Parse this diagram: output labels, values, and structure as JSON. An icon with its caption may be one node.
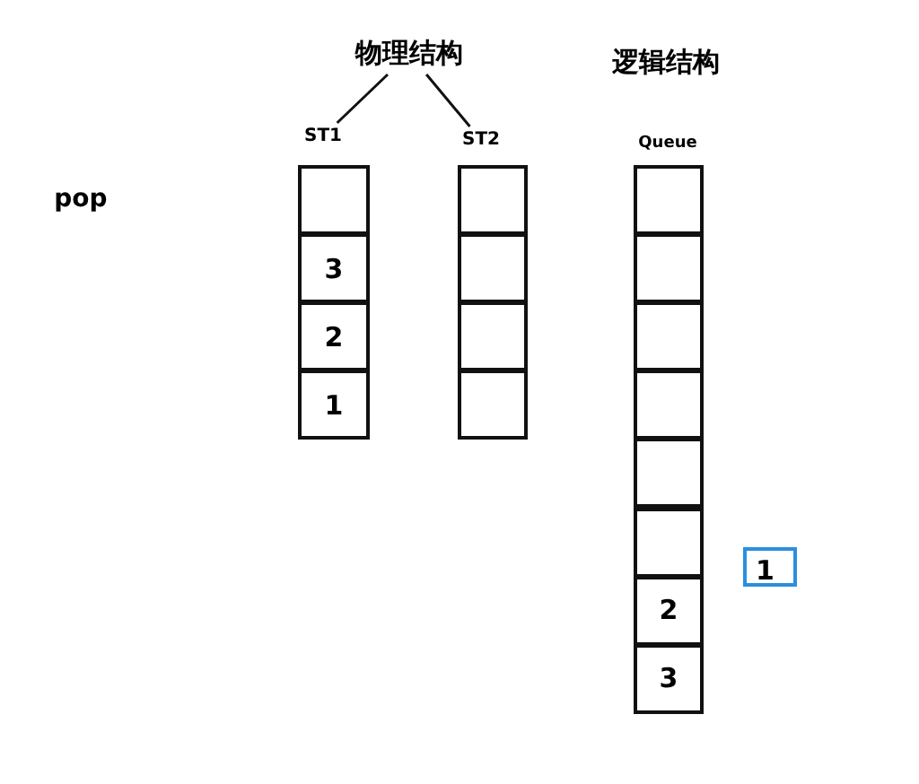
{
  "diagram": {
    "nodes": [
      {
        "text": [
          "物理结构"
        ]
      },
      {
        "text": [
          "ST1"
        ]
      },
      {
        "text": [
          "ST2"
        ]
      },
      {
        "text": [],
        "shape": "box"
      },
      {
        "text": [
          "3"
        ]
      },
      {
        "text": [
          "2"
        ]
      },
      {
        "text": [
          "1"
        ]
      },
      {
        "text": [],
        "shape": "box"
      },
      {
        "text": [],
        "shape": "box"
      },
      {
        "text": [],
        "shape": "box"
      },
      {
        "text": [],
        "shape": "box"
      },
      {
        "text": [],
        "shape": "box"
      },
      {
        "text": [],
        "shape": "box"
      },
      {
        "text": [],
        "shape": "box"
      },
      {
        "text": [],
        "shape": "box"
      },
      {
        "text": [],
        "shape": "box"
      },
      {
        "text": [],
        "shape": "box"
      },
      {
        "text": [
          "2"
        ]
      },
      {
        "text": [
          "3"
        ]
      },
      {
        "text": [
          "1"
        ]
      }
    ],
    "edges": [
      {
        "from": 0,
        "to": 1,
        "arrow": "none"
      },
      {
        "from": 0,
        "to": 2,
        "arrow": "none"
      }
    ],
    "labels": [
      "逻辑结构",
      "Queue",
      "pop"
    ]
  }
}
